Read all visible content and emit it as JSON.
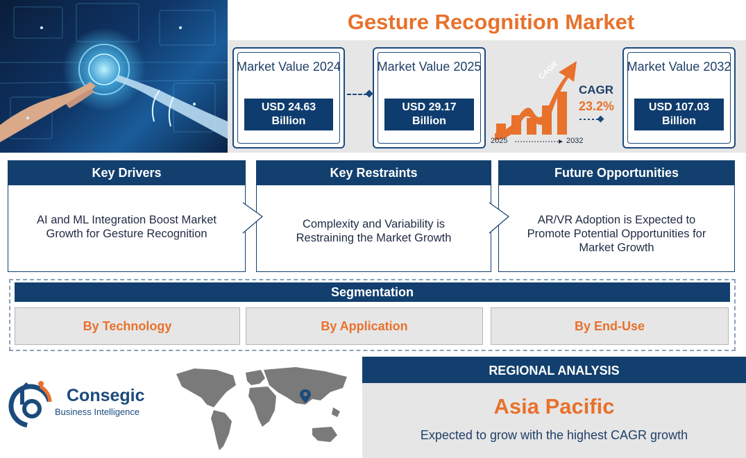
{
  "header": {
    "title": "Gesture Recognition Market"
  },
  "market_values": [
    {
      "label": "Market Value 2024",
      "value": "USD 24.63 Billion"
    },
    {
      "label": "Market Value 2025",
      "value": "USD 29.17 Billion"
    },
    {
      "label": "Market Value 2032",
      "value": "USD 107.03 Billion"
    }
  ],
  "cagr": {
    "arrow_text": "CAGR",
    "label": "CAGR",
    "value": "23.2%",
    "start_year": "2025",
    "end_year": "2032"
  },
  "panels": [
    {
      "title": "Key Drivers",
      "text": "AI and ML Integration Boost Market Growth for Gesture Recognition"
    },
    {
      "title": "Key Restraints",
      "text": "Complexity and Variability is Restraining the Market Growth"
    },
    {
      "title": "Future Opportunities",
      "text": "AR/VR Adoption is Expected to Promote Potential Opportunities for Market Growth"
    }
  ],
  "segmentation": {
    "title": "Segmentation",
    "items": [
      "By Technology",
      "By Application",
      "By End-Use"
    ]
  },
  "logo": {
    "name": "Consegic",
    "tagline": "Business Intelligence"
  },
  "regional": {
    "title": "REGIONAL ANALYSIS",
    "region": "Asia Pacific",
    "description": "Expected to grow with the highest CAGR growth"
  },
  "colors": {
    "navy": "#123f6e",
    "orange": "#e8712c",
    "panel_gray": "#e6e6e6"
  }
}
